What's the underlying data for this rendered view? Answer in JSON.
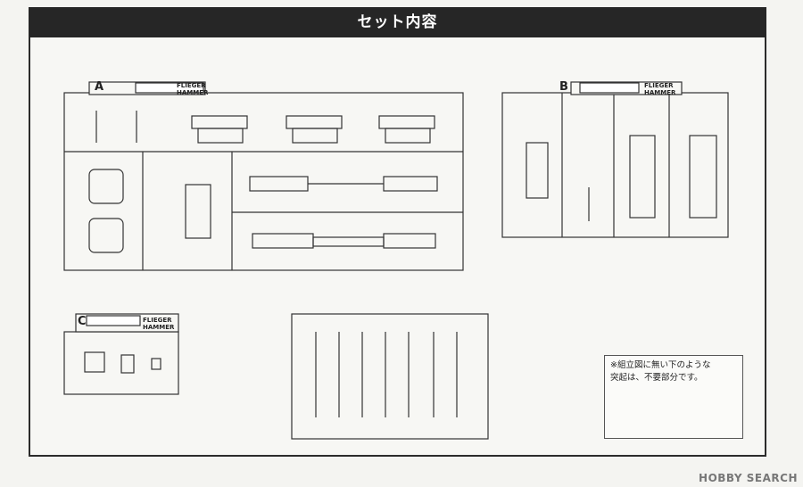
{
  "header": {
    "title": "セット内容"
  },
  "sprues": [
    {
      "letter": "A",
      "name_line1": "FLIEGER",
      "name_line2": "HAMMER"
    },
    {
      "letter": "B",
      "name_line1": "FLIEGER",
      "name_line2": "HAMMER"
    },
    {
      "letter": "C",
      "name_line1": "FLIEGER",
      "name_line2": "HAMMER"
    }
  ],
  "note": {
    "line1": "※組立図に無い下のような",
    "line2": "突起は、不要部分です。"
  },
  "watermark": {
    "text": "HOBBY SEARCH"
  },
  "colors": {
    "header_bg": "#262626",
    "line": "#333333",
    "paper": "#f7f7f4"
  }
}
